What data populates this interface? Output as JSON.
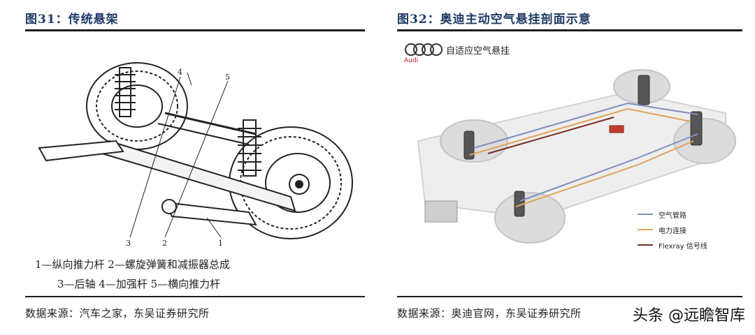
{
  "left_panel": {
    "title": "图31：传统悬架",
    "source": "数据来源：汽车之家，东吴证券研究所",
    "callout_numbers": [
      "1",
      "2",
      "3",
      "4",
      "5"
    ],
    "caption_line1": "1—纵向推力杆   2—螺旋弹簧和减振器总成",
    "caption_line2": "3—后轴   4—加强杆   5—横向推力杆"
  },
  "right_panel": {
    "title": "图32：奥迪主动空气悬挂剖面示意",
    "source": "数据来源：奥迪官网，东吴证券研究所",
    "brand_heading": "自适应空气悬挂",
    "brand_word": "Audi",
    "legend": [
      {
        "label": "空气管路",
        "color": "#7d8fbf"
      },
      {
        "label": "电力连接",
        "color": "#e0a25a"
      },
      {
        "label": "Flexray 信号线",
        "color": "#7a2e25"
      }
    ]
  },
  "watermark": "头条 @远瞻智库"
}
